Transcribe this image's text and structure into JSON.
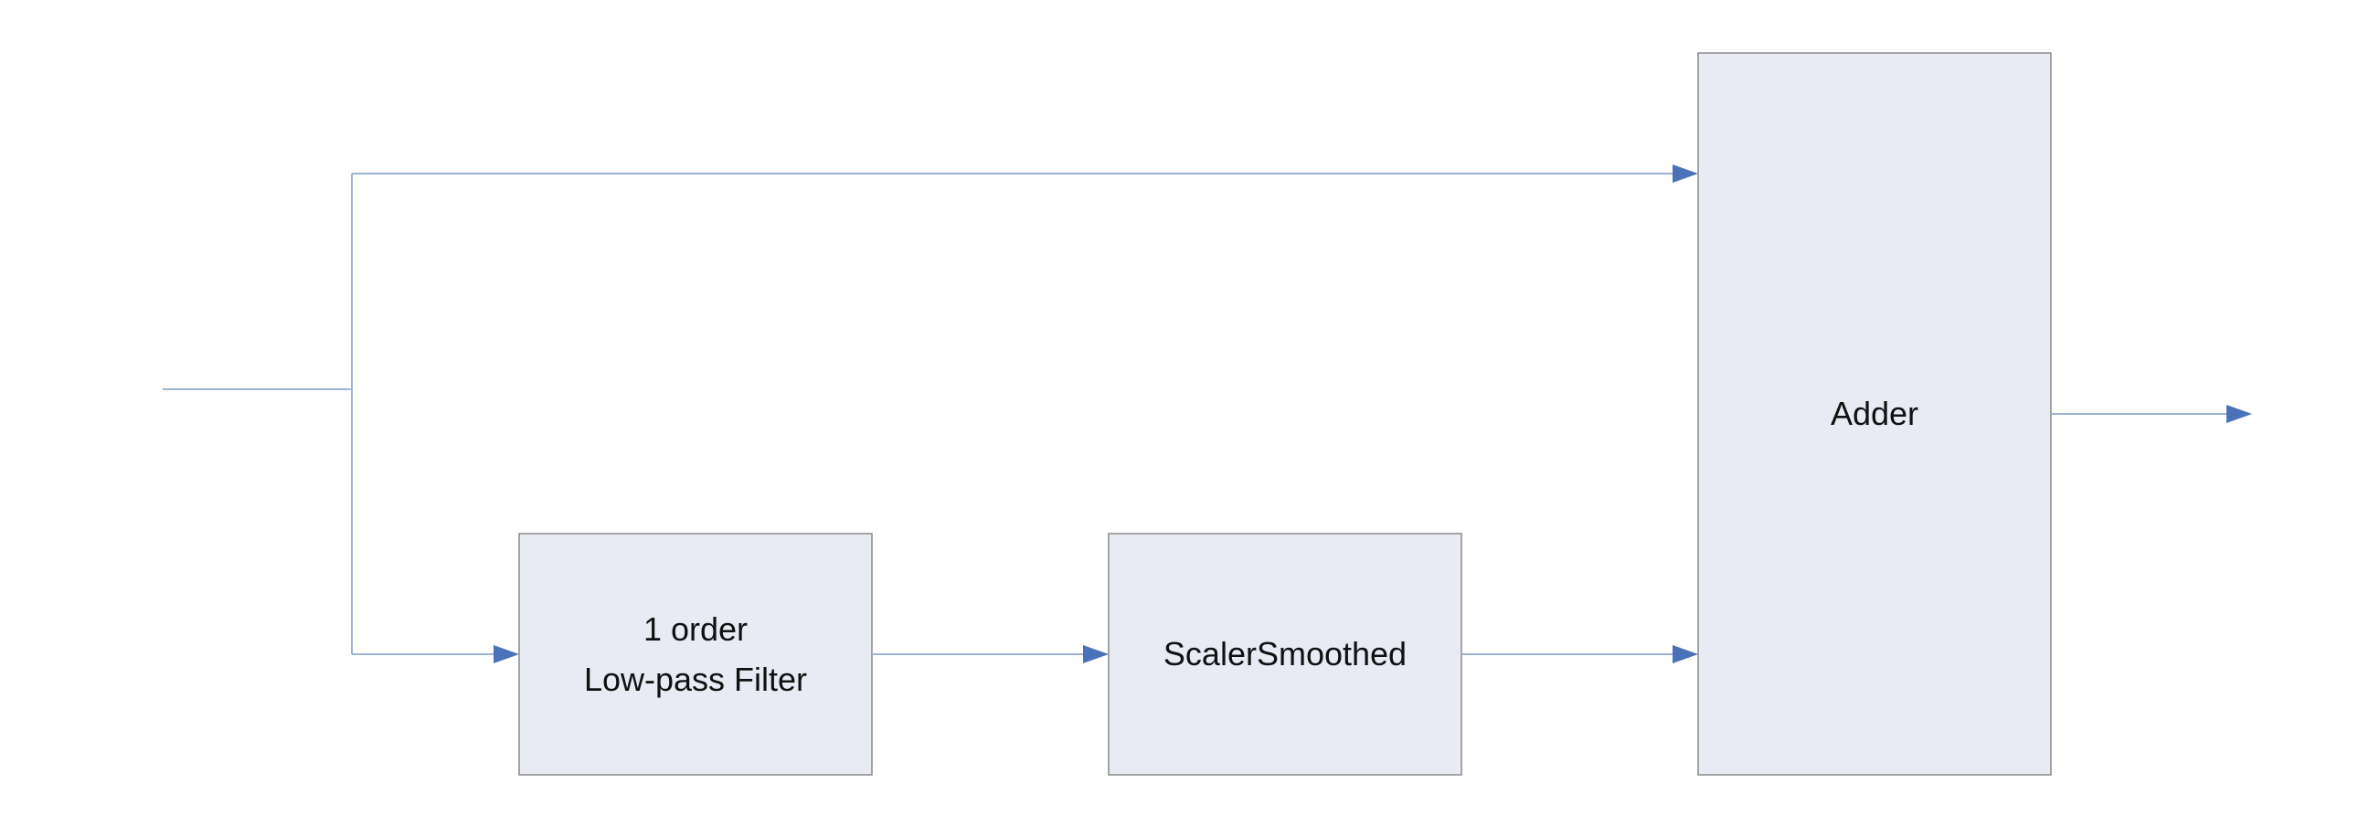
{
  "diagram": {
    "blocks": {
      "lowpass": {
        "line1": "1 order",
        "line2": "Low-pass Filter"
      },
      "scaler": {
        "label": "ScalerSmoothed"
      },
      "adder": {
        "label": "Adder"
      }
    },
    "colors": {
      "block_fill": "#e8ebf4",
      "block_border": "#8a8a8a",
      "wire": "#9cb3d4",
      "arrowhead": "#4a72b8",
      "text": "#111111"
    }
  }
}
